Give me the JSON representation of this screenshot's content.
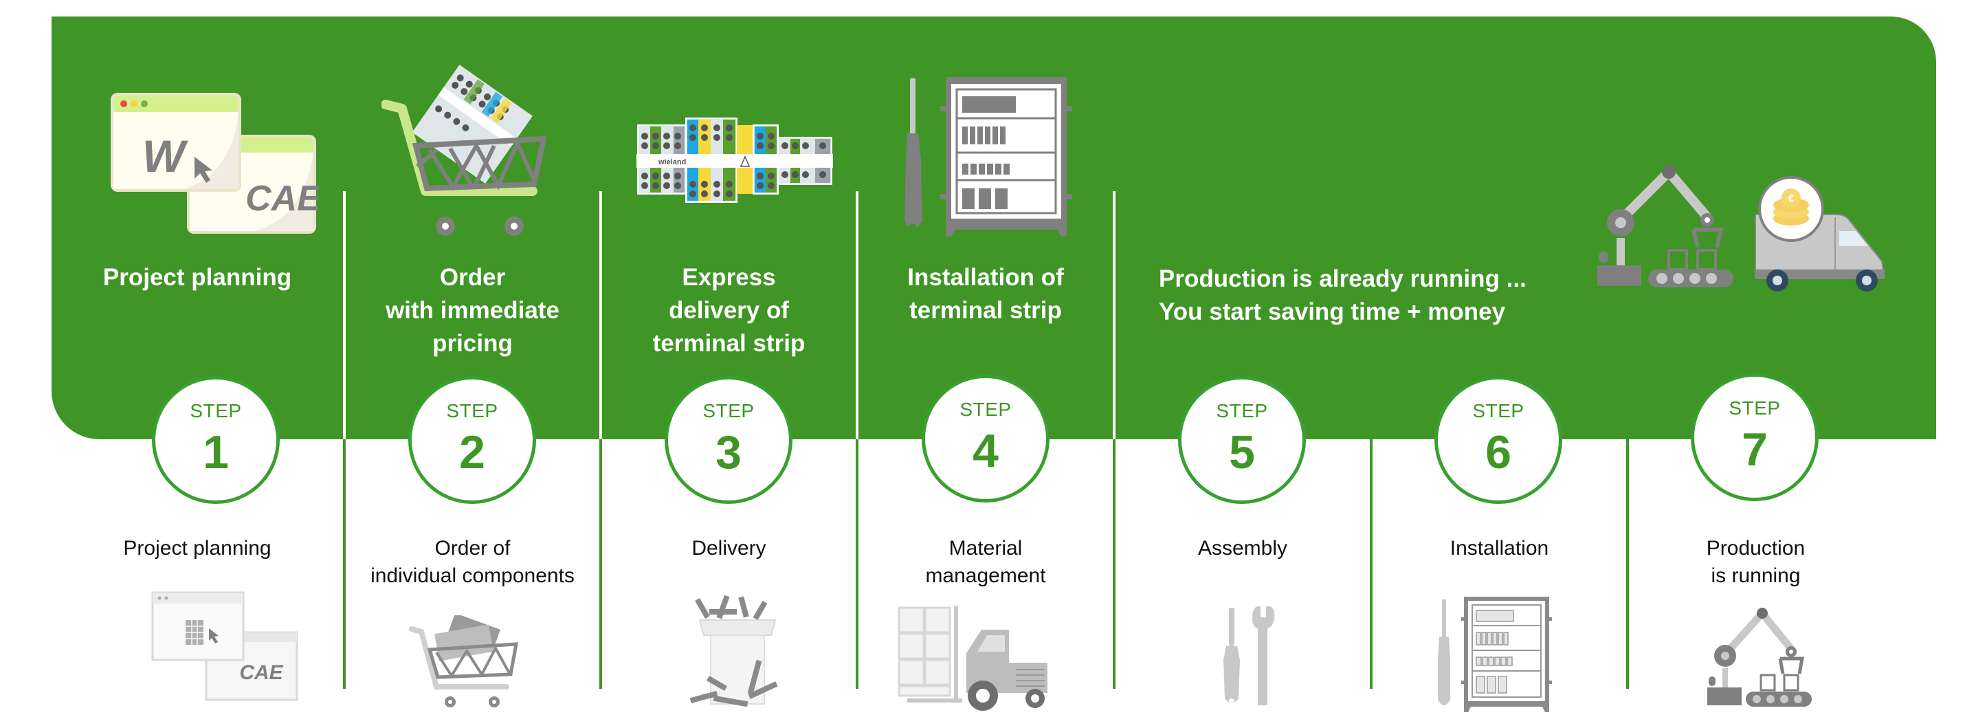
{
  "colors": {
    "brand_green": "#3f9525",
    "ring_green": "#38a030",
    "text_dark": "#111111",
    "icon_gray": "#808080",
    "icon_light_gray": "#c8c8c8"
  },
  "top_row": {
    "steps": [
      {
        "lines": [
          "Project planning"
        ],
        "icon": "cae-windows-icon",
        "icon_text_1": "W",
        "icon_text_2": "CAE"
      },
      {
        "lines": [
          "Order",
          "with immediate",
          "pricing"
        ],
        "icon": "shopping-cart-icon"
      },
      {
        "lines": [
          "Express",
          "delivery of",
          "terminal strip"
        ],
        "icon": "terminal-strip-icon",
        "icon_brand": "wieland"
      },
      {
        "lines": [
          "Installation of",
          "terminal strip"
        ],
        "icon": "control-cabinet-icon"
      },
      {
        "lines": [
          "Production is already running ...",
          "You start saving time + money"
        ],
        "icons": [
          "robot-arm-icon",
          "delivery-van-euro-icon"
        ],
        "coin_symbol": "€"
      }
    ]
  },
  "steps": [
    {
      "word": "STEP",
      "number": "1",
      "label": [
        "Project planning"
      ],
      "icon": "cae-windows-icon",
      "icon_text": "CAE"
    },
    {
      "word": "STEP",
      "number": "2",
      "label": [
        "Order of",
        "individual components"
      ],
      "icon": "shopping-cart-icon"
    },
    {
      "word": "STEP",
      "number": "3",
      "label": [
        "Delivery"
      ],
      "icon": "parts-bag-icon"
    },
    {
      "word": "STEP",
      "number": "4",
      "label": [
        "Material",
        "management"
      ],
      "icon": "forklift-icon"
    },
    {
      "word": "STEP",
      "number": "5",
      "label": [
        "Assembly"
      ],
      "icon": "screwdriver-wrench-icon"
    },
    {
      "word": "STEP",
      "number": "6",
      "label": [
        "Installation"
      ],
      "icon": "control-cabinet-icon"
    },
    {
      "word": "STEP",
      "number": "7",
      "label": [
        "Production",
        "is running"
      ],
      "icon": "robot-arm-icon"
    }
  ]
}
